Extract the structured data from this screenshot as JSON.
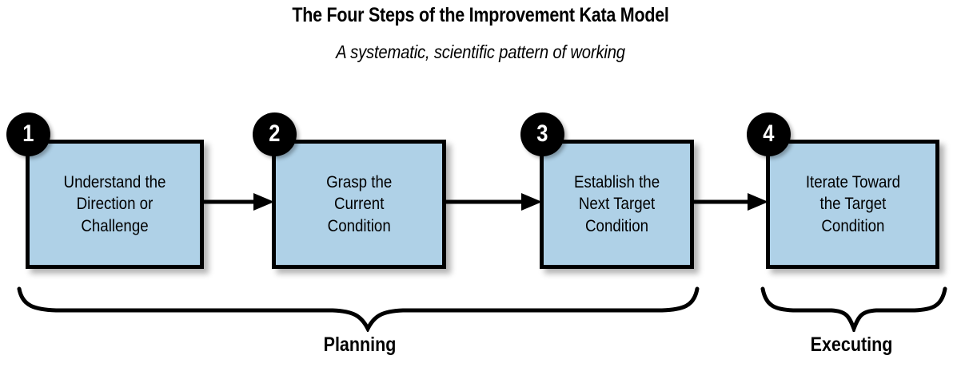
{
  "header": {
    "title": "The Four Steps of the Improvement Kata Model",
    "subtitle": "A systematic, scientific pattern of working"
  },
  "colors": {
    "box_fill": "#afd1e7",
    "box_border": "#000000",
    "badge_fill": "#000000",
    "badge_text": "#ffffff",
    "background": "#ffffff"
  },
  "steps": [
    {
      "number": "1",
      "label": "Understand the\nDirection or\nChallenge"
    },
    {
      "number": "2",
      "label": "Grasp the\nCurrent\nCondition"
    },
    {
      "number": "3",
      "label": "Establish the\nNext Target\nCondition"
    },
    {
      "number": "4",
      "label": "Iterate Toward\nthe Target\nCondition"
    }
  ],
  "groups": [
    {
      "label": "Planning",
      "covers": "1-3"
    },
    {
      "label": "Executing",
      "covers": "4"
    }
  ]
}
